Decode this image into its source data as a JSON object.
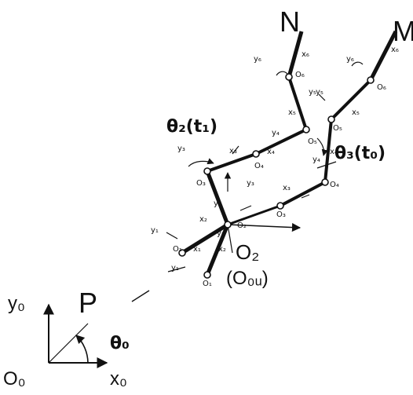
{
  "labels": {
    "endpoint_n": "N",
    "endpoint_m": "M",
    "base_point": "P",
    "origin": "O₀",
    "axis_x": "x₀",
    "axis_y": "y₀",
    "base_angle": "θ₀",
    "joint_angle_2": "θ₂(t₁)",
    "joint_angle_3": "θ₃(t₀)",
    "body_center": "O₂",
    "body_center_alias": "(O₀ᵤ)"
  },
  "frame_labels": {
    "y6": "y₆",
    "x6": "x₆",
    "o6": "O₆",
    "y5": "y₅",
    "x5": "x₅",
    "o5": "O₅",
    "y_right_top": "y₆",
    "x_right_top": "x₆",
    "o_right_top": "O₆",
    "y_right_mid": "y₅",
    "x_right_mid": "x₅",
    "o_right_mid": "O₅",
    "y3": "y₃",
    "x3": "x₃",
    "o3": "O₃",
    "y4": "y₄",
    "x4": "x₄",
    "o4": "O₄",
    "y_mid_right": "y₄",
    "x_mid_right": "x₄",
    "o_mid_right": "O₄",
    "y3b": "y₃",
    "x3b": "x₃",
    "o3b": "O₃",
    "y2": "y₂",
    "x2": "x₂",
    "o2": "O₂",
    "y_left": "y₁",
    "o_left": "O₁",
    "y_left2": "y₁",
    "x_left2": "x₁",
    "o_left2": "O₁",
    "y_lower": "y₂",
    "x_lower": "x₂"
  }
}
